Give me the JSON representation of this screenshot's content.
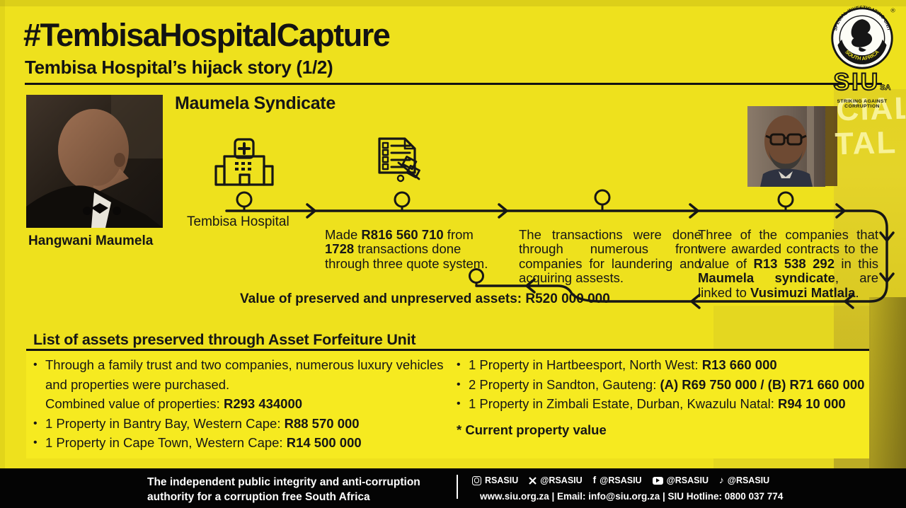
{
  "header": {
    "hashtag": "#TembisaHospitalCapture",
    "subtitle": "Tembisa Hospital’s hijack story (1/2)"
  },
  "logo": {
    "ring_text_top": "SPECIAL INVESTIGATING UNIT",
    "ring_text_bottom": "SOUTH AFRICA",
    "registered_mark": "®",
    "acronym": "SIU",
    "acronym_suffix": "SA",
    "tagline": "STRIKING AGAINST CORRUPTION"
  },
  "watermark": {
    "line1": "PROVINCIAL",
    "line2": "HOSPITAL"
  },
  "left_profile": {
    "caption": "Hangwani Maumela"
  },
  "diagram": {
    "title": "Maumela Syndicate",
    "step1_label": "Tembisa Hospital",
    "step2": {
      "parts": [
        "Made ",
        "R816 560 710",
        " from ",
        "1728",
        " transactions done through three quote system."
      ]
    },
    "step3_text": "The transactions were done through numerous front companies for laundering and acquiring assests.",
    "step4": {
      "parts": [
        "Three of the companies that were awarded contracts to the value of ",
        "R13 538 292",
        " in this ",
        "Maumela syndicate",
        ", are linked to ",
        "Vusimuzi Matlala",
        "."
      ]
    },
    "preserved_note": "Value of preserved and unpreserved assets: R520 000 000"
  },
  "assets": {
    "heading": "List of assets preserved through Asset Forfeiture Unit",
    "left": [
      {
        "text": "Through a family trust and two companies, numerous luxury vehicles and properties were purchased.",
        "value": ""
      },
      {
        "text": "Combined  value of properties: ",
        "value": "R293 434000"
      },
      {
        "text": "1 Property in Bantry Bay, Western Cape: ",
        "value": "R88 570 000"
      },
      {
        "text": "1 Property in Cape Town, Western Cape: ",
        "value": "R14 500 000"
      }
    ],
    "right": [
      {
        "text": "1 Property in Hartbeesport, North West: ",
        "value": "R13 660 000"
      },
      {
        "text": "2 Property in Sandton, Gauteng: ",
        "value": "(A) R69 750 000 / (B) R71 660 000"
      },
      {
        "text": "1 Property in Zimbali Estate, Durban, Kwazulu Natal: ",
        "value": "R94 10 000"
      }
    ],
    "footnote": "* Current property value"
  },
  "footer": {
    "mission_line1": "The independent public integrity and anti-corruption",
    "mission_line2": "authority for a corruption free South Africa",
    "social": [
      {
        "icon": "instagram",
        "handle": "RSASIU"
      },
      {
        "icon": "x",
        "handle": "@RSASIU",
        "glyph": "X"
      },
      {
        "icon": "facebook",
        "handle": "@RSASIU",
        "glyph": "f"
      },
      {
        "icon": "youtube",
        "handle": "@RSASIU"
      },
      {
        "icon": "tiktok",
        "handle": "@RSASIU",
        "glyph": "♪"
      }
    ],
    "contact": "www.siu.org.za | Email: info@siu.org.za | SIU Hotline: 0800 037 774"
  },
  "colors": {
    "background": "#eee11d",
    "panel": "#f6ea20",
    "ink": "#161616",
    "footer_bg": "#040404"
  }
}
